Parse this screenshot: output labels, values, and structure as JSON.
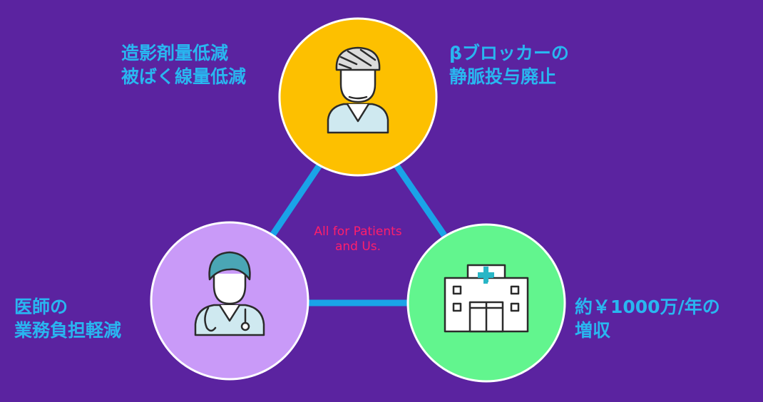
{
  "center": {
    "line1": "All for Patients",
    "line2": "and Us."
  },
  "nodes": {
    "patient": {
      "icon": "bandaged-patient-icon",
      "color": "#fdc000",
      "label_left": {
        "line1": "造影剤量低減",
        "line2": "被ばく線量低減"
      },
      "label_right": {
        "line1": "βブロッカーの",
        "line2": "静脈投与廃止"
      }
    },
    "doctor": {
      "icon": "doctor-icon",
      "color": "#c99af8",
      "label": {
        "line1": "医師の",
        "line2": "業務負担軽減"
      }
    },
    "hospital": {
      "icon": "hospital-icon",
      "color": "#62f58e",
      "label": {
        "line1": "約￥1000万/年の",
        "line2": "増収"
      }
    }
  },
  "colors": {
    "background": "#5b23a0",
    "connector": "#1aa3e8",
    "label_text": "#29b6f0",
    "center_text": "#ff1f6b",
    "icon_stroke": "#2b2b2b"
  }
}
